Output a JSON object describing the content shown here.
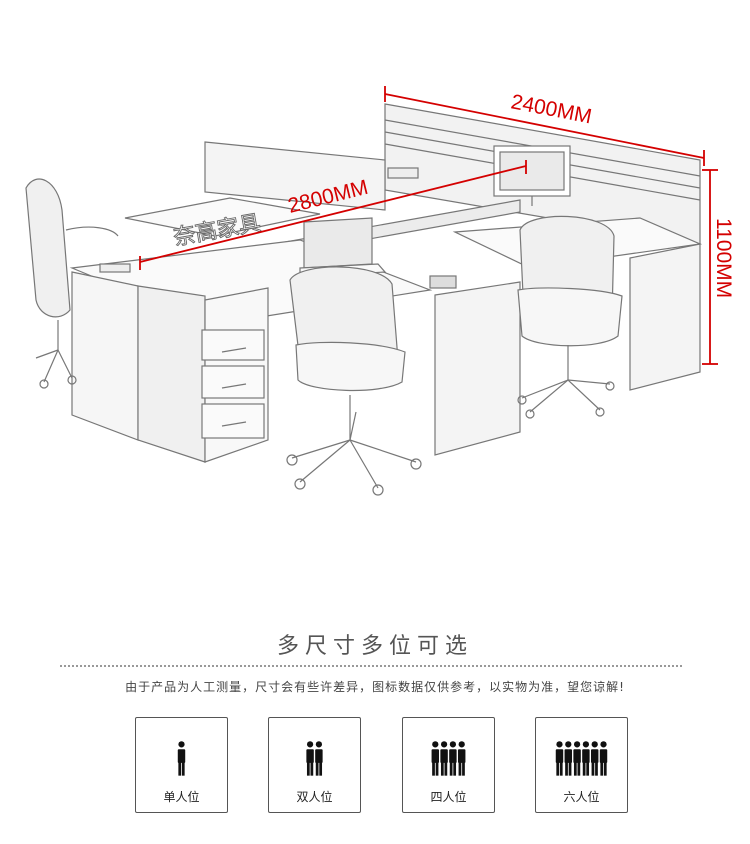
{
  "dimensions": {
    "width_label": "2400MM",
    "length_label": "2800MM",
    "height_label": "1100MM"
  },
  "watermark": "奈高家具",
  "section": {
    "title": "多尺寸多位可选",
    "note": "由于产品为人工测量，尺寸会有些许差异，图标数据仅供参考，以实物为准，望您谅解!"
  },
  "options": [
    {
      "label": "单人位",
      "people": 1
    },
    {
      "label": "双人位",
      "people": 2
    },
    {
      "label": "四人位",
      "people": 4
    },
    {
      "label": "六人位",
      "people": 6
    }
  ],
  "colors": {
    "dimension": "#d40000",
    "line": "#555555"
  }
}
